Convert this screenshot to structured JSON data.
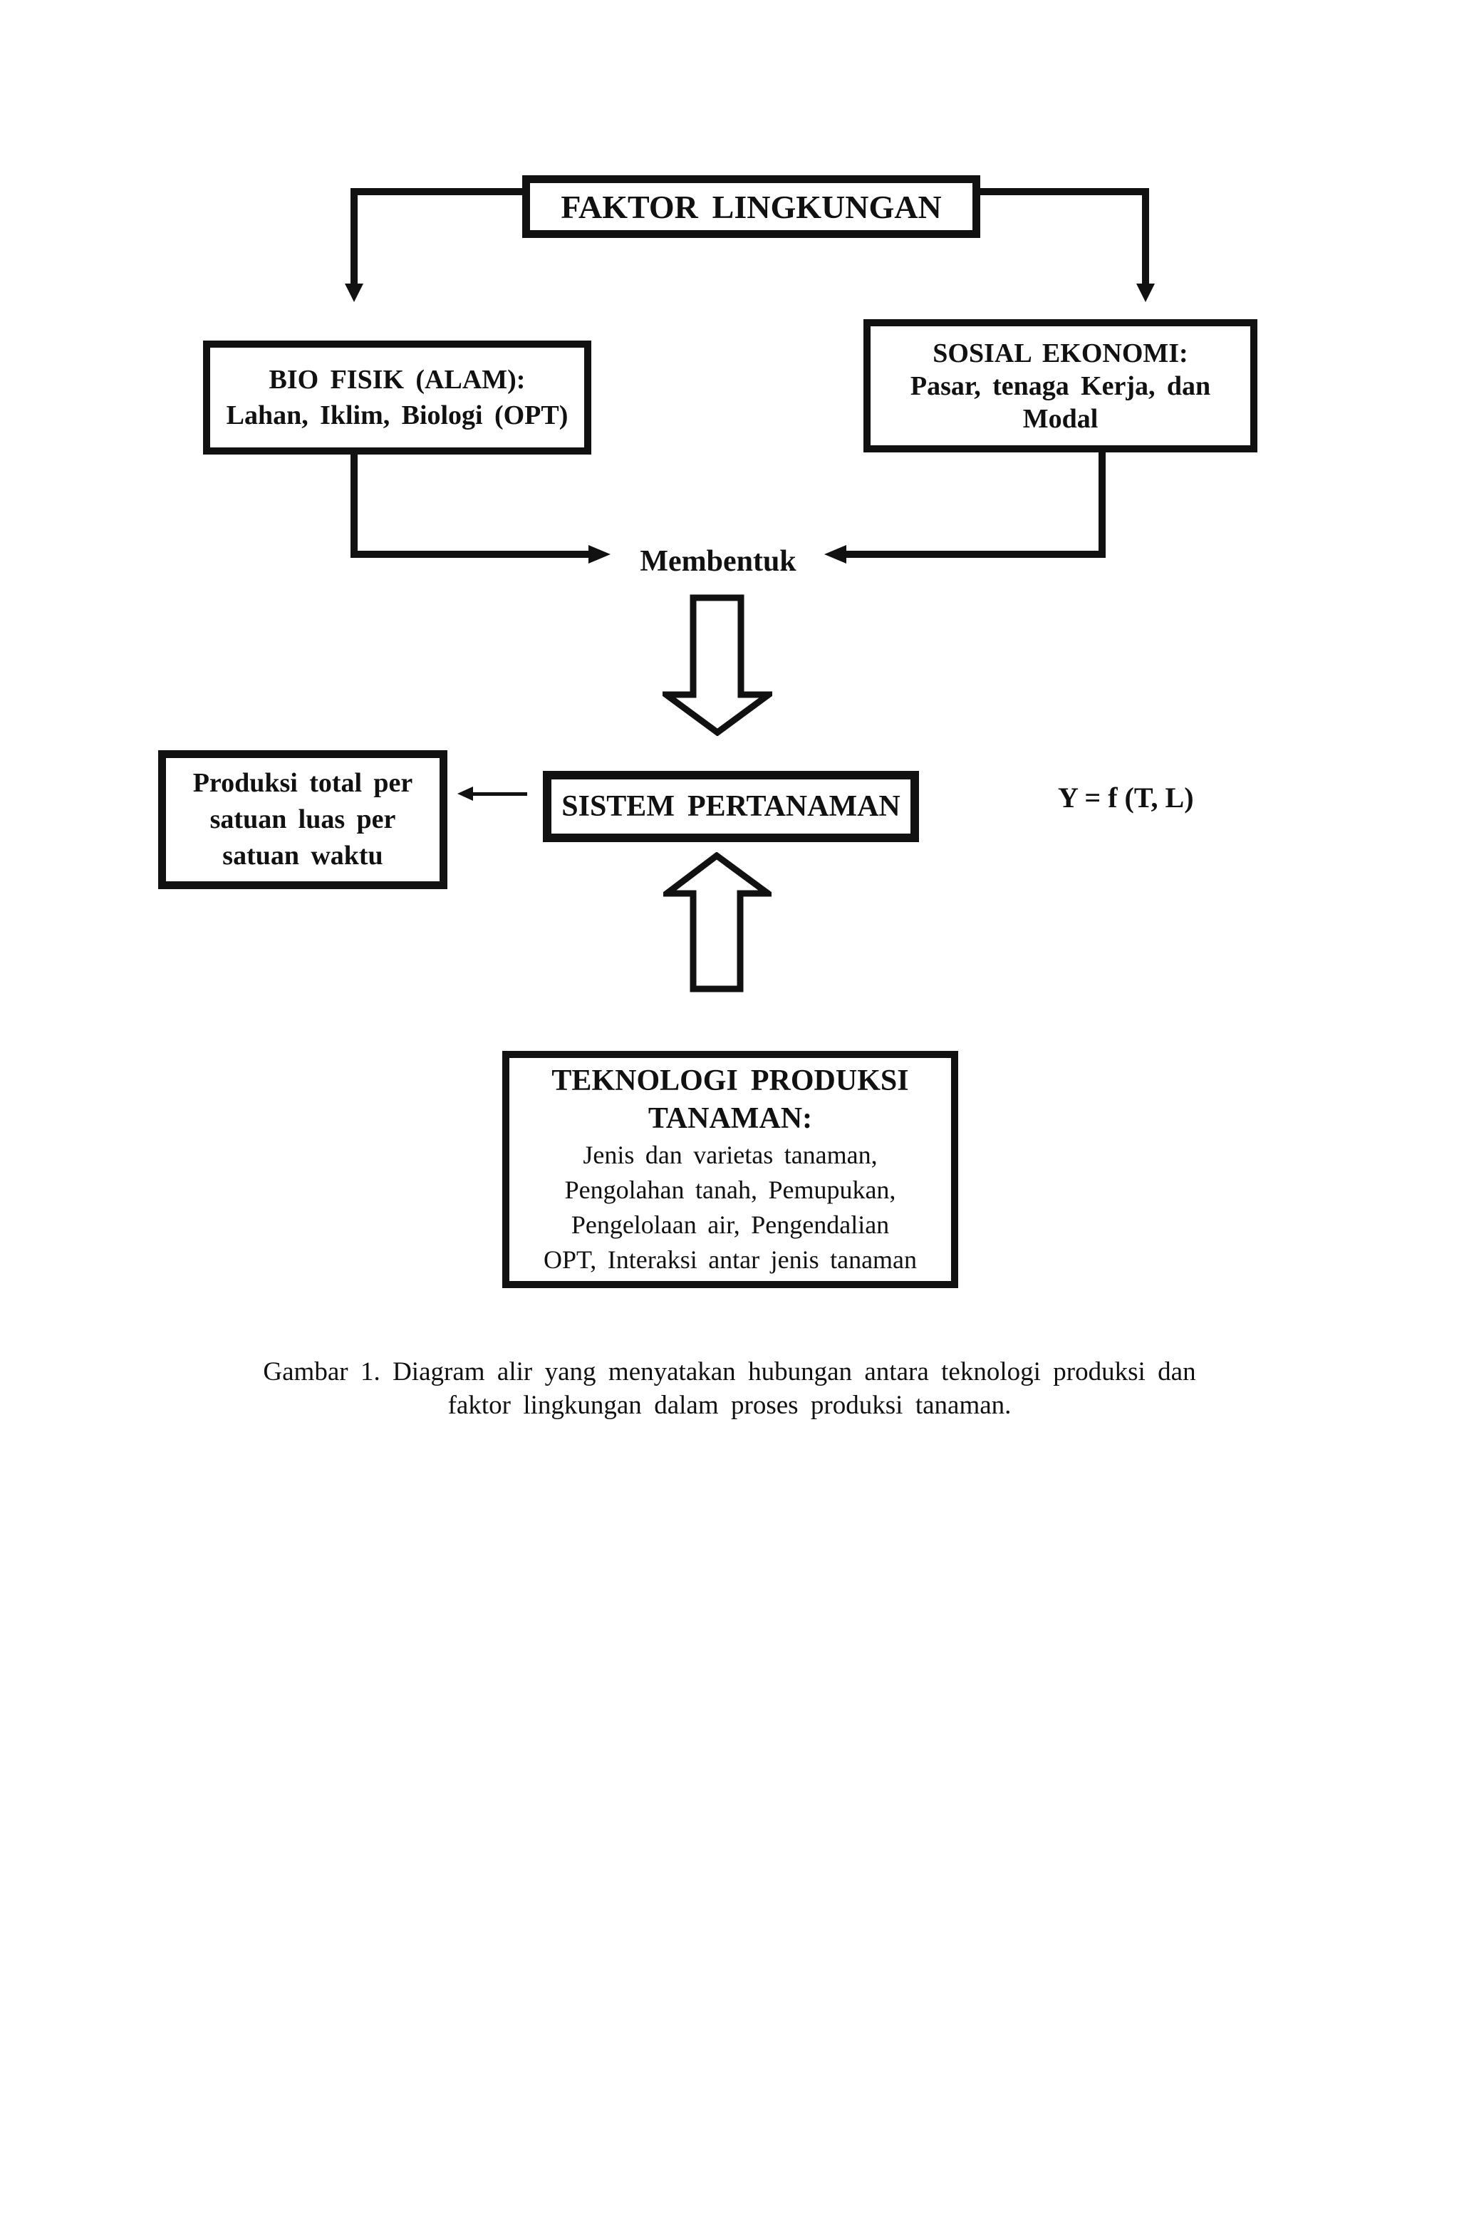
{
  "page": {
    "background_color": "#ffffff",
    "ink_color": "#111111"
  },
  "diagram": {
    "faktor_box": "FAKTOR LINGKUNGAN",
    "bio_box": {
      "line1": "BIO FISIK (ALAM):",
      "line2": "Lahan, Iklim, Biologi (OPT)"
    },
    "sosial_box": {
      "line1": "SOSIAL EKONOMI:",
      "line2": "Pasar, tenaga Kerja, dan",
      "line3": "Modal"
    },
    "membentuk_label": "Membentuk",
    "produksi_box": {
      "line1": "Produksi total per",
      "line2": "satuan luas per",
      "line3": "satuan waktu"
    },
    "sistem_box": "SISTEM PERTANAMAN",
    "formula": "Y = f (T, L)",
    "teknologi_box": {
      "title1": "TEKNOLOGI PRODUKSI",
      "title2": "TANAMAN:",
      "body1": "Jenis dan varietas tanaman,",
      "body2": "Pengolahan tanah, Pemupukan,",
      "body3": "Pengelolaan air, Pengendalian",
      "body4": "OPT, Interaksi antar jenis tanaman"
    },
    "icons": {
      "arrowhead_down": "solid-triangle-down",
      "arrowhead_left": "solid-triangle-left",
      "arrowhead_right": "solid-triangle-right",
      "block_arrow_down": "hollow-block-arrow-down",
      "block_arrow_up": "hollow-block-arrow-up"
    }
  },
  "caption": {
    "line1": "Gambar 1. Diagram alir yang menyatakan  hubungan  antara  teknologi produksi dan",
    "line2": "faktor lingkungan  dalam proses produksi tanaman."
  }
}
